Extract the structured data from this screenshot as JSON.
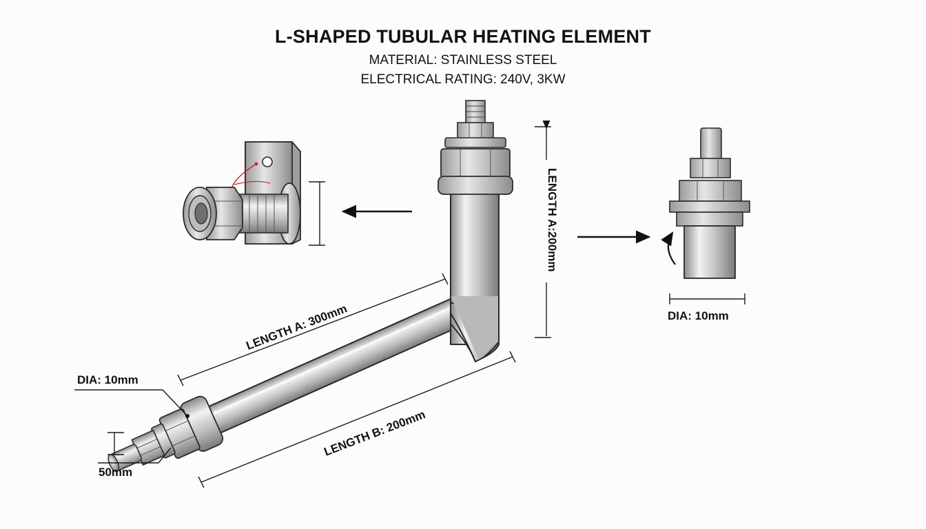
{
  "header": {
    "title": "L-SHAPED TUBULAR HEATING ELEMENT",
    "material": "MATERIAL: STAINLESS STEEL",
    "rating": "ELECTRICAL RATING: 240V, 3KW"
  },
  "labels": {
    "length_a_horizontal": "LENGTH A: 300mm",
    "length_a_vertical": "LENGTH A:200mm",
    "length_b": "LENGTH B: 200mm",
    "dia_main": "DIA: 10mm",
    "terminal_length": "50mm",
    "dia_detail": "DIA: 10mm"
  },
  "colors": {
    "metal_light": "#e8e8e8",
    "metal_mid": "#b4b4b4",
    "metal_dark": "#6f6f6f",
    "outline": "#2a2a2a",
    "accent": "#d21e1e"
  }
}
